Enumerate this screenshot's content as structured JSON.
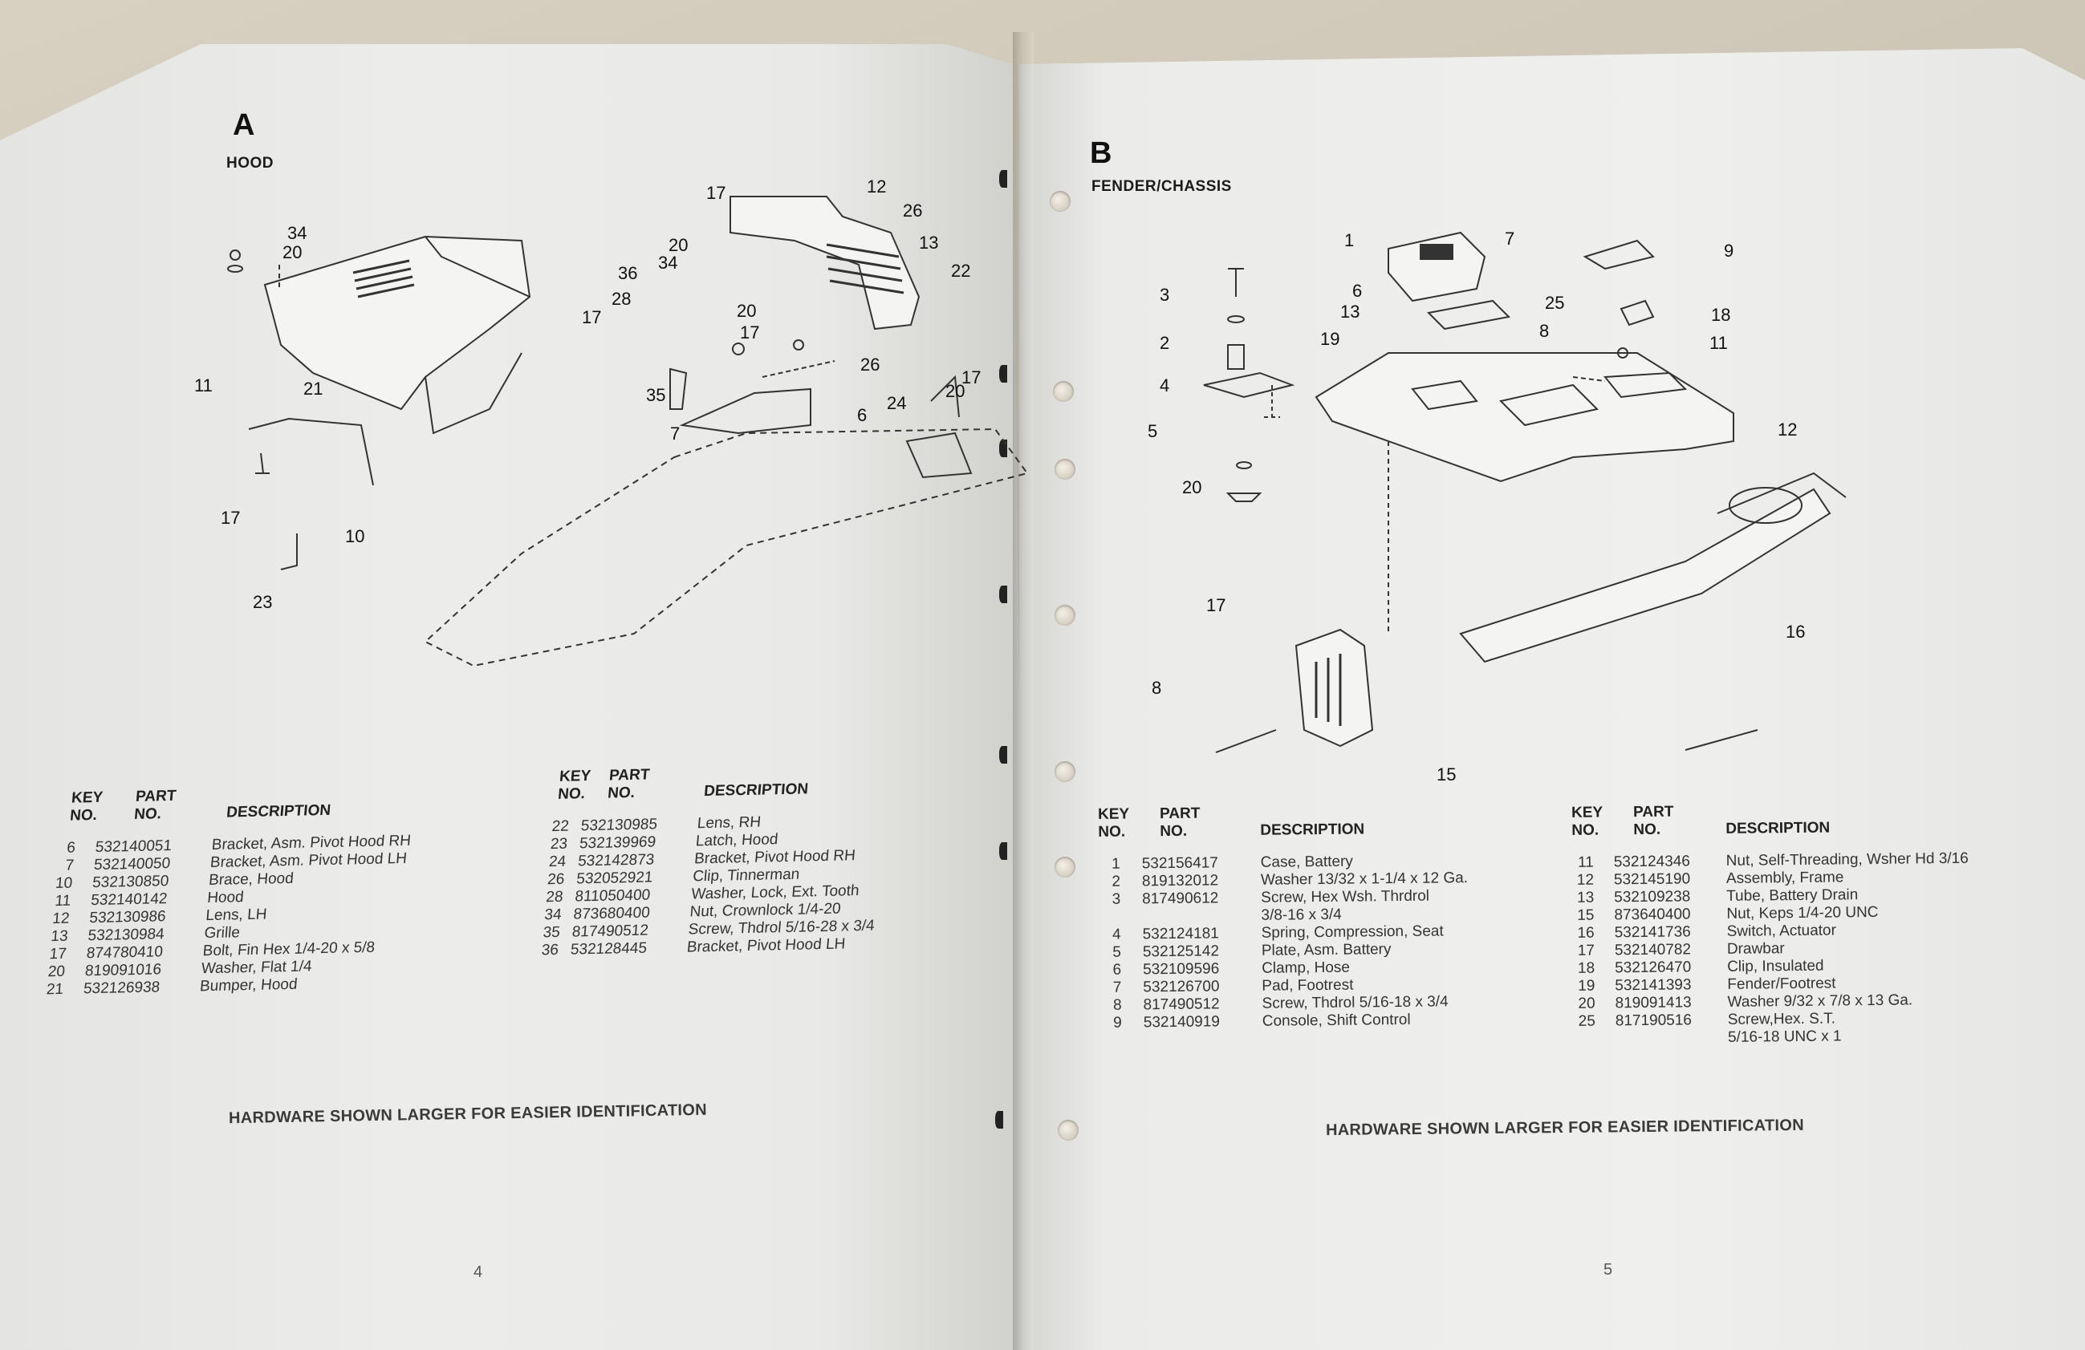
{
  "left_page": {
    "section_letter": "A",
    "section_title": "HOOD",
    "callouts": [
      "34",
      "20",
      "11",
      "21",
      "17",
      "10",
      "23",
      "17",
      "12",
      "26",
      "20",
      "34",
      "13",
      "36",
      "22",
      "28",
      "17",
      "20",
      "17",
      "26",
      "17",
      "20",
      "35",
      "7",
      "6",
      "24"
    ],
    "table_headers": {
      "key": "KEY NO.",
      "part": "PART NO.",
      "description": "DESCRIPTION"
    },
    "parts_col1": [
      {
        "key": "6",
        "part": "532140051",
        "desc": "Bracket, Asm. Pivot Hood RH"
      },
      {
        "key": "7",
        "part": "532140050",
        "desc": "Bracket, Asm. Pivot Hood LH"
      },
      {
        "key": "10",
        "part": "532130850",
        "desc": "Brace, Hood"
      },
      {
        "key": "11",
        "part": "532140142",
        "desc": "Hood"
      },
      {
        "key": "12",
        "part": "532130986",
        "desc": "Lens, LH"
      },
      {
        "key": "13",
        "part": "532130984",
        "desc": "Grille"
      },
      {
        "key": "17",
        "part": "874780410",
        "desc": "Bolt, Fin Hex  1/4-20 x 5/8"
      },
      {
        "key": "20",
        "part": "819091016",
        "desc": "Washer, Flat  1/4"
      },
      {
        "key": "21",
        "part": "532126938",
        "desc": "Bumper, Hood"
      }
    ],
    "parts_col2": [
      {
        "key": "22",
        "part": "532130985",
        "desc": "Lens, RH"
      },
      {
        "key": "23",
        "part": "532139969",
        "desc": "Latch, Hood"
      },
      {
        "key": "24",
        "part": "532142873",
        "desc": "Bracket, Pivot Hood RH"
      },
      {
        "key": "26",
        "part": "532052921",
        "desc": "Clip, Tinnerman"
      },
      {
        "key": "28",
        "part": "811050400",
        "desc": "Washer, Lock, Ext. Tooth"
      },
      {
        "key": "34",
        "part": "873680400",
        "desc": "Nut, Crownlock 1/4-20"
      },
      {
        "key": "35",
        "part": "817490512",
        "desc": "Screw, Thdrol  5/16-28 x 3/4"
      },
      {
        "key": "36",
        "part": "532128445",
        "desc": "Bracket, Pivot Hood LH"
      }
    ],
    "footer_note": "HARDWARE SHOWN LARGER FOR EASIER IDENTIFICATION",
    "page_number": "4"
  },
  "right_page": {
    "section_letter": "B",
    "section_title": "FENDER/CHASSIS",
    "callouts": [
      "1",
      "7",
      "9",
      "3",
      "6",
      "13",
      "25",
      "18",
      "2",
      "19",
      "8",
      "11",
      "4",
      "5",
      "20",
      "12",
      "17",
      "16",
      "8",
      "15"
    ],
    "table_headers": {
      "key": "KEY NO.",
      "part": "PART NO.",
      "description": "DESCRIPTION"
    },
    "parts_col1": [
      {
        "key": "1",
        "part": "532156417",
        "desc": "Case, Battery"
      },
      {
        "key": "2",
        "part": "819132012",
        "desc": "Washer 13/32 x 1-1/4 x 12 Ga."
      },
      {
        "key": "3",
        "part": "817490612",
        "desc": "Screw, Hex Wsh. Thrdrol",
        "desc2": "3/8-16 x 3/4"
      },
      {
        "key": "4",
        "part": "532124181",
        "desc": "Spring, Compression, Seat"
      },
      {
        "key": "5",
        "part": "532125142",
        "desc": "Plate, Asm. Battery"
      },
      {
        "key": "6",
        "part": "532109596",
        "desc": "Clamp, Hose"
      },
      {
        "key": "7",
        "part": "532126700",
        "desc": "Pad, Footrest"
      },
      {
        "key": "8",
        "part": "817490512",
        "desc": "Screw, Thdrol  5/16-18 x 3/4"
      },
      {
        "key": "9",
        "part": "532140919",
        "desc": "Console, Shift Control"
      }
    ],
    "parts_col2": [
      {
        "key": "11",
        "part": "532124346",
        "desc": "Nut, Self-Threading, Wsher Hd 3/16"
      },
      {
        "key": "12",
        "part": "532145190",
        "desc": "Assembly, Frame"
      },
      {
        "key": "13",
        "part": "532109238",
        "desc": "Tube, Battery Drain"
      },
      {
        "key": "15",
        "part": "873640400",
        "desc": "Nut, Keps 1/4-20 UNC"
      },
      {
        "key": "16",
        "part": "532141736",
        "desc": "Switch, Actuator"
      },
      {
        "key": "17",
        "part": "532140782",
        "desc": "Drawbar"
      },
      {
        "key": "18",
        "part": "532126470",
        "desc": "Clip, Insulated"
      },
      {
        "key": "19",
        "part": "532141393",
        "desc": "Fender/Footrest"
      },
      {
        "key": "20",
        "part": "819091413",
        "desc": "Washer  9/32 x 7/8 x 13 Ga."
      },
      {
        "key": "25",
        "part": "817190516",
        "desc": "Screw,Hex. S.T.",
        "desc2": "5/16-18 UNC x 1"
      }
    ],
    "footer_note": "HARDWARE SHOWN LARGER FOR EASIER IDENTIFICATION",
    "page_number": "5"
  }
}
